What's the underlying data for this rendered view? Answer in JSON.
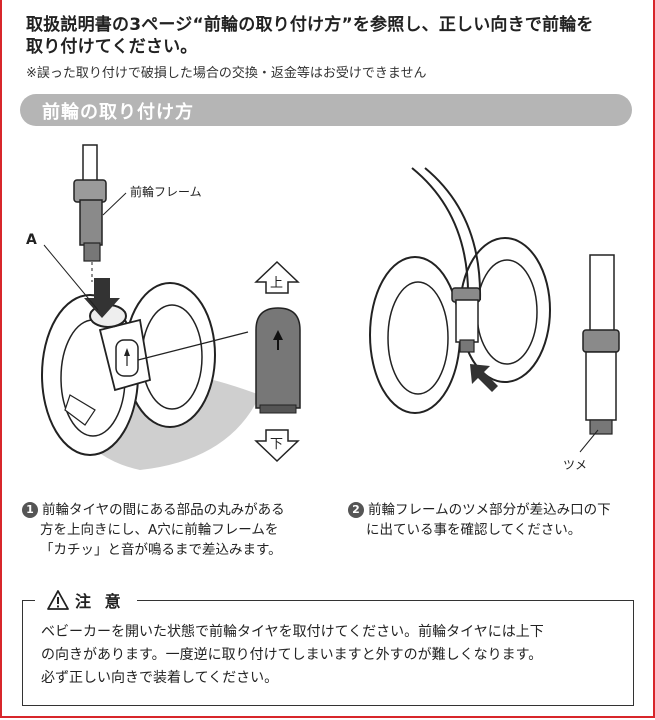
{
  "intro": {
    "line1": "取扱説明書の3ページ“前輪の取り付け方”を参照し、正しい向きで前輪を",
    "line2": "取り付けてください。",
    "note": "※誤った取り付けで破損した場合の交換・返金等はお受けできません"
  },
  "section_title": "前輪の取り付け方",
  "diagram": {
    "label_frame": "前輪フレーム",
    "label_a": "A",
    "label_up": "上",
    "label_down": "下",
    "label_tsume": "ツメ"
  },
  "steps": [
    {
      "num": "1",
      "lines": [
        "前輪タイヤの間にある部品の丸みがある",
        "方を上向きにし、A穴に前輪フレームを",
        "「カチッ」と音が鳴るまで差込みます。"
      ]
    },
    {
      "num": "2",
      "lines": [
        "前輪フレームのツメ部分が差込み口の下",
        "に出ている事を確認してください。"
      ]
    }
  ],
  "caution": {
    "title": "注 意",
    "lines": [
      "ベビーカーを開いた状態で前輪タイヤを取付けてください。前輪タイヤには上下",
      "の向きがあります。一度逆に取り付けてしまいますと外すのが難しくなります。",
      "必ず正しい向きで装着してください。"
    ]
  },
  "colors": {
    "border": "#d8262b",
    "banner": "#b5b5b5"
  }
}
